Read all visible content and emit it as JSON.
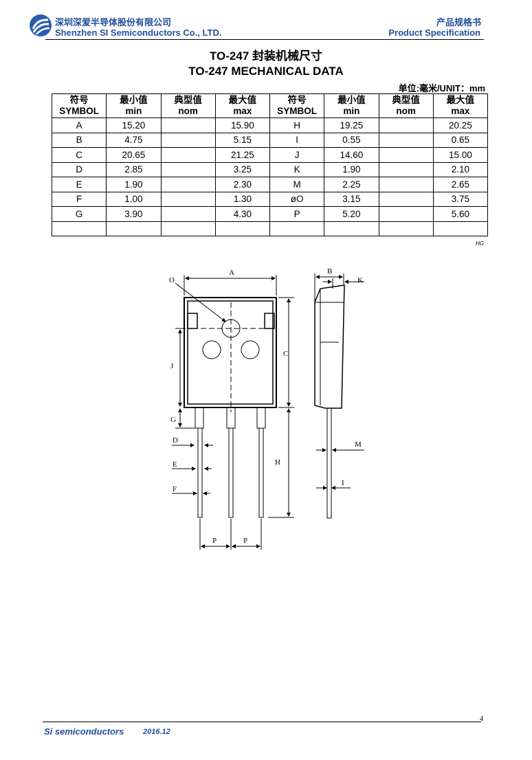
{
  "header": {
    "company_cn": "深圳深爱半导体股份有限公司",
    "company_en": "Shenzhen SI Semiconductors Co., LTD.",
    "doc_cn": "产品规格书",
    "doc_en": "Product Specification"
  },
  "title": {
    "cn": "TO-247 封装机械尺寸",
    "en": "TO-247 MECHANICAL DATA"
  },
  "unit": "单位:毫米/UNIT：mm",
  "table": {
    "headers": [
      {
        "cn": "符号",
        "en": "SYMBOL"
      },
      {
        "cn": "最小值",
        "en": "min"
      },
      {
        "cn": "典型值",
        "en": "nom"
      },
      {
        "cn": "最大值",
        "en": "max"
      },
      {
        "cn": "符号",
        "en": "SYMBOL"
      },
      {
        "cn": "最小值",
        "en": "min"
      },
      {
        "cn": "典型值",
        "en": "nom"
      },
      {
        "cn": "最大值",
        "en": "max"
      }
    ],
    "rows": [
      [
        "A",
        "15.20",
        "",
        "15.90",
        "H",
        "19.25",
        "",
        "20.25"
      ],
      [
        "B",
        "4.75",
        "",
        "5.15",
        "I",
        "0.55",
        "",
        "0.65"
      ],
      [
        "C",
        "20.65",
        "",
        "21.25",
        "J",
        "14.60",
        "",
        "15.00"
      ],
      [
        "D",
        "2.85",
        "",
        "3.25",
        "K",
        "1.90",
        "",
        "2.10"
      ],
      [
        "E",
        "1.90",
        "",
        "2.30",
        "M",
        "2.25",
        "",
        "2.65"
      ],
      [
        "F",
        "1.00",
        "",
        "1.30",
        "øO",
        "3.15",
        "",
        "3.75"
      ],
      [
        "G",
        "3.90",
        "",
        "4.30",
        "P",
        "5.20",
        "",
        "5.60"
      ],
      [
        "",
        "",
        "",
        "",
        "",
        "",
        "",
        ""
      ]
    ]
  },
  "note": "HG",
  "drawing": {
    "labels": {
      "O": "O",
      "A": "A",
      "B": "B",
      "K": "K",
      "C": "C",
      "J": "J",
      "G": "G",
      "D": "D",
      "E": "E",
      "F": "F",
      "H": "H",
      "M": "M",
      "I": "I",
      "P1": "P",
      "P2": "P"
    }
  },
  "footer": {
    "brand": "Si semiconductors",
    "date": "2016.12",
    "page": "4"
  }
}
